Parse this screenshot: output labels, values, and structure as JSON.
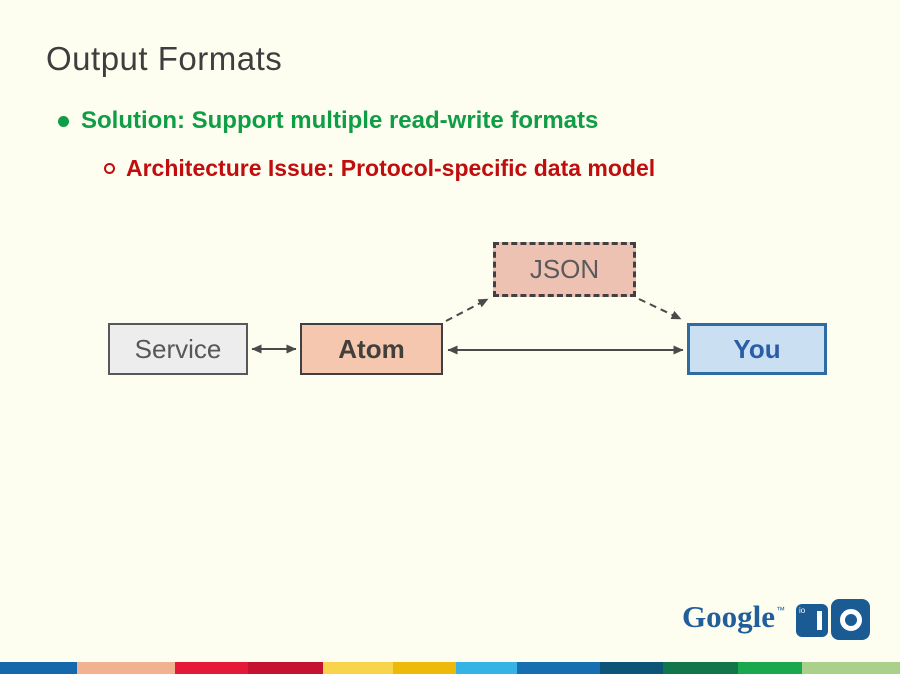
{
  "slide": {
    "title": "Output Formats",
    "background_color": "#FDFDF0",
    "bullets": [
      {
        "level": 1,
        "marker": "filled-disc",
        "color": "#0F9D45",
        "text": "Solution: Support multiple read-write formats"
      },
      {
        "level": 2,
        "marker": "open-circle",
        "color": "#C00D0D",
        "text": "Architecture Issue: Protocol-specific data model"
      }
    ]
  },
  "diagram": {
    "arrow_color": "#4A4A4A",
    "nodes": [
      {
        "id": "service",
        "label": "Service",
        "fill": "#EDEDED",
        "border_color": "#58585A",
        "border_style": "solid",
        "text_color": "#57575A",
        "bold": false
      },
      {
        "id": "atom",
        "label": "Atom",
        "fill": "#F4C7AE",
        "border_color": "#403F41",
        "border_style": "solid",
        "text_color": "#433F3D",
        "bold": true
      },
      {
        "id": "json",
        "label": "JSON",
        "fill": "#EEC2B3",
        "border_color": "#414143",
        "border_style": "dashed",
        "text_color": "#5A5A5C",
        "bold": false
      },
      {
        "id": "you",
        "label": "You",
        "fill": "#CBDFF2",
        "border_color": "#2F6BA3",
        "border_style": "solid",
        "text_color": "#2B5CA7",
        "bold": true
      }
    ],
    "edges": [
      {
        "from": "service",
        "to": "atom",
        "line": "solid",
        "arrowheads": "both"
      },
      {
        "from": "atom",
        "to": "you",
        "line": "solid",
        "arrowheads": "both"
      },
      {
        "from": "atom",
        "to": "json",
        "line": "dashed",
        "arrowheads": "end"
      },
      {
        "from": "json",
        "to": "you",
        "line": "dashed",
        "arrowheads": "end"
      }
    ]
  },
  "footer": {
    "logo": {
      "wordmark": "Google",
      "trademark": "™",
      "badge_caption": "io",
      "wordmark_color": "#235E9C",
      "badge_color": "#1A5B94"
    },
    "stripe": [
      {
        "color": "#1668AD",
        "width": 77
      },
      {
        "color": "#F2B190",
        "width": 98
      },
      {
        "color": "#E51937",
        "width": 73
      },
      {
        "color": "#C41230",
        "width": 75
      },
      {
        "color": "#F8D44C",
        "width": 70
      },
      {
        "color": "#EDBA0A",
        "width": 63
      },
      {
        "color": "#36B3E5",
        "width": 61
      },
      {
        "color": "#176FB2",
        "width": 83
      },
      {
        "color": "#0D5477",
        "width": 63
      },
      {
        "color": "#13764A",
        "width": 75
      },
      {
        "color": "#19A84E",
        "width": 64
      },
      {
        "color": "#ABD08C",
        "width": 98
      }
    ]
  }
}
